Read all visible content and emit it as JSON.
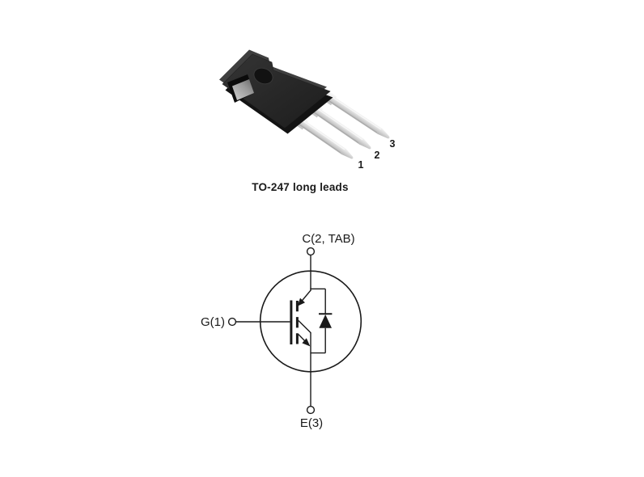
{
  "figure": {
    "package": {
      "caption": "TO-247 long leads",
      "pins": [
        {
          "number": "1"
        },
        {
          "number": "2"
        },
        {
          "number": "3"
        }
      ]
    },
    "schematic": {
      "terminals": {
        "collector": "C(2, TAB)",
        "gate": "G(1)",
        "emitter": "E(3)"
      }
    },
    "colors": {
      "line": "#1a1a1a",
      "body_face_dark": "#262626",
      "body_bevel": "#3f3f3f",
      "body_side": "#131313",
      "hole": "#121212",
      "slot_recess": "#0b0b0b",
      "slot_face_light": "#bdbdbd",
      "lead": "#d7d7d7",
      "lead_stub": "#e8e8e8",
      "lead_highlight": "#f6f6f6",
      "background": "#ffffff"
    }
  }
}
